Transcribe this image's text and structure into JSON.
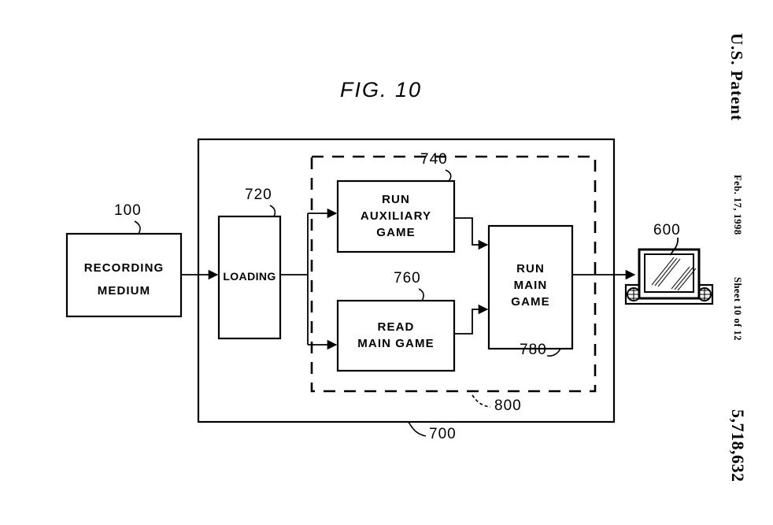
{
  "header": {
    "patent_office": "U.S. Patent",
    "date": "Feb. 17, 1998",
    "sheet": "Sheet 10 of 12",
    "patent_number": "5,718,632"
  },
  "figure": {
    "title": "FIG. 10"
  },
  "diagram": {
    "type": "flowchart",
    "blocks": [
      {
        "id": "recording-medium",
        "label_line1": "RECORDING",
        "label_line2": "MEDIUM",
        "ref": "100"
      },
      {
        "id": "loading",
        "label_line1": "LOADING",
        "label_line2": "",
        "ref": "720"
      },
      {
        "id": "run-auxiliary-game",
        "label_line1": "RUN",
        "label_line2": "AUXILIARY",
        "label_line3": "GAME",
        "ref": "740"
      },
      {
        "id": "read-main-game",
        "label_line1": "READ",
        "label_line2": "MAIN  GAME",
        "ref": "760"
      },
      {
        "id": "run-main-game",
        "label_line1": "RUN",
        "label_line2": "MAIN",
        "label_line3": "GAME",
        "ref": "780"
      }
    ],
    "groups": [
      {
        "id": "outer-system-group",
        "ref": "700",
        "style": "solid"
      },
      {
        "id": "inner-game-group",
        "ref": "800",
        "style": "dashed"
      }
    ],
    "devices": [
      {
        "id": "display-monitor",
        "ref": "600"
      }
    ],
    "refs": {
      "recording_medium": "100",
      "display_monitor": "600",
      "outer_group": "700",
      "loading": "720",
      "run_auxiliary_game": "740",
      "read_main_game": "760",
      "run_main_game": "780",
      "inner_group": "800"
    },
    "text": {
      "recording_l1": "RECORDING",
      "recording_l2": "MEDIUM",
      "loading_l1": "LOADING",
      "aux_l1": "RUN",
      "aux_l2": "AUXILIARY",
      "aux_l3": "GAME",
      "read_l1": "READ",
      "read_l2": "MAIN  GAME",
      "main_l1": "RUN",
      "main_l2": "MAIN",
      "main_l3": "GAME"
    }
  },
  "colors": {
    "ink": "#000000",
    "paper": "#ffffff"
  }
}
